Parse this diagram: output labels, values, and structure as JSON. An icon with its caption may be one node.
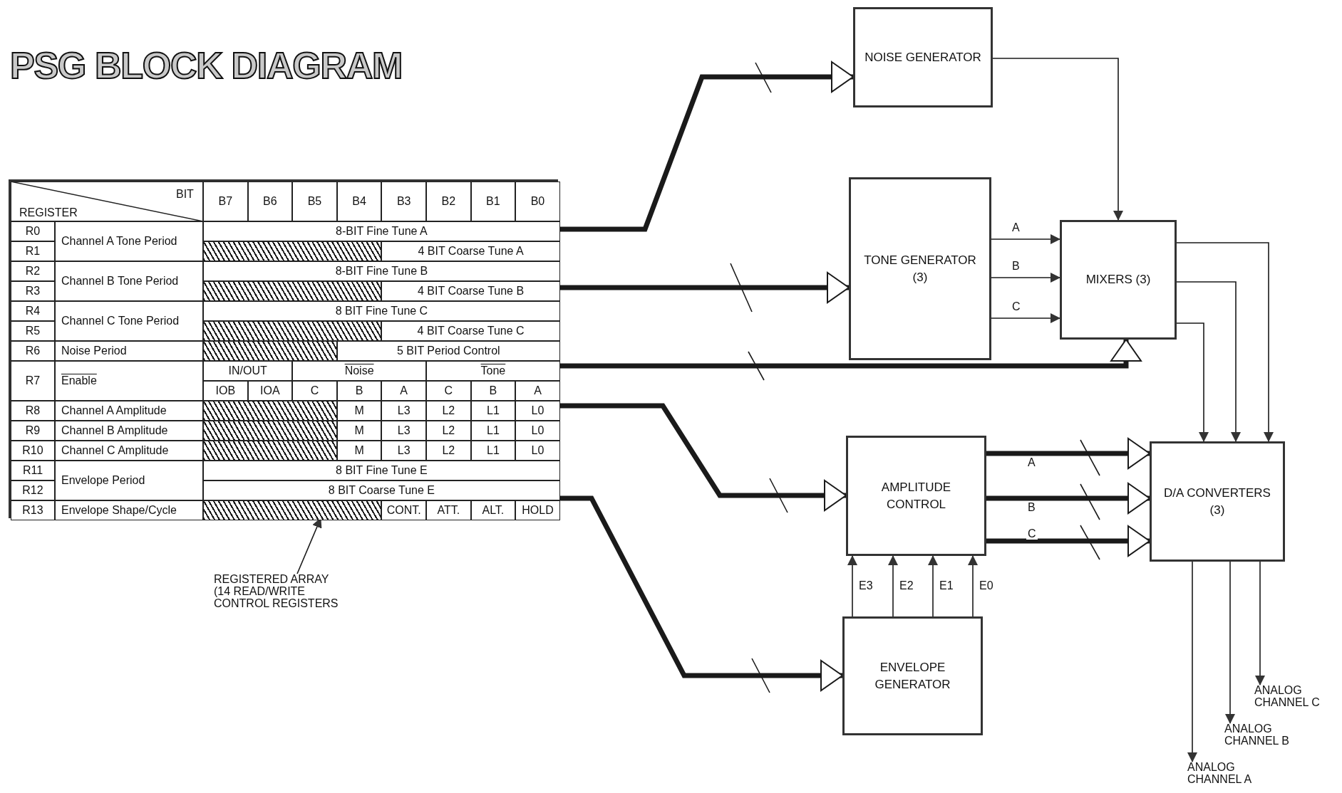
{
  "diagram": {
    "title": "PSG BLOCK DIAGRAM",
    "nodes": [
      {
        "text": [],
        "shape": "box"
      },
      {
        "text": [
          "NOISE GENERATOR"
        ]
      },
      {
        "text": [
          "TONE GENERATOR (3)"
        ]
      },
      {
        "text": [
          "MIXERS (3)"
        ]
      },
      {
        "text": [
          "AMPLITUDE CONTROL"
        ]
      },
      {
        "text": [
          "D/A CONVERTERS (3)"
        ]
      },
      {
        "text": [
          "ENVELOPE GENERATOR"
        ]
      },
      {
        "text": [
          "ANALOG CHANNEL A"
        ]
      },
      {
        "text": [
          "ANALOG CHANNEL B"
        ]
      },
      {
        "text": [
          "ANALOG CHANNEL C"
        ]
      },
      {
        "text": [
          "REGISTERED ARRAY (14 READ/WRITE CONTROL REGISTERS"
        ]
      }
    ],
    "edges": [
      {
        "from": 0,
        "to": 1,
        "arrow": "to",
        "style": "thick"
      },
      {
        "from": 0,
        "to": 2,
        "arrow": "to",
        "style": "thick"
      },
      {
        "from": 0,
        "to": 3,
        "arrow": "to",
        "style": "thick"
      },
      {
        "from": 0,
        "to": 4,
        "arrow": "to",
        "style": "thick"
      },
      {
        "from": 0,
        "to": 6,
        "arrow": "to",
        "style": "thick"
      },
      {
        "from": 1,
        "to": 3,
        "arrow": "to"
      },
      {
        "from": 2,
        "to": 3,
        "arrow": "to",
        "label": "A"
      },
      {
        "from": 2,
        "to": 3,
        "arrow": "to",
        "label": "B"
      },
      {
        "from": 2,
        "to": 3,
        "arrow": "to",
        "label": "C"
      },
      {
        "from": 3,
        "to": 5,
        "arrow": "to"
      },
      {
        "from": 3,
        "to": 5,
        "arrow": "to"
      },
      {
        "from": 3,
        "to": 5,
        "arrow": "to"
      },
      {
        "from": 4,
        "to": 5,
        "arrow": "to",
        "label": "A",
        "style": "thick"
      },
      {
        "from": 4,
        "to": 5,
        "arrow": "to",
        "label": "B",
        "style": "thick"
      },
      {
        "from": 4,
        "to": 5,
        "arrow": "to",
        "label": "C",
        "style": "thick"
      },
      {
        "from": 6,
        "to": 4,
        "arrow": "to",
        "label": "E3"
      },
      {
        "from": 6,
        "to": 4,
        "arrow": "to",
        "label": "E2"
      },
      {
        "from": 6,
        "to": 4,
        "arrow": "to",
        "label": "E1"
      },
      {
        "from": 6,
        "to": 4,
        "arrow": "to",
        "label": "E0"
      },
      {
        "from": 5,
        "to": 7,
        "arrow": "to"
      },
      {
        "from": 5,
        "to": 8,
        "arrow": "to"
      },
      {
        "from": 5,
        "to": 9,
        "arrow": "to"
      },
      {
        "from": 10,
        "to": 0,
        "arrow": "to"
      }
    ],
    "labels": [
      "REGISTER",
      "BIT",
      "B7",
      "B6",
      "B5",
      "B4",
      "B3",
      "B2",
      "B1",
      "B0",
      "R0",
      "Channel A Tone Period",
      "8-BIT Fine Tune A",
      "R1",
      "4 BIT Coarse Tune A",
      "R2",
      "Channel B Tone Period",
      "8-BIT Fine Tune B",
      "R3",
      "4 BIT Coarse Tune B",
      "R4",
      "Channel C Tone Period",
      "8 BIT Fine Tune C",
      "R5",
      "4 BIT Coarse Tune C",
      "R6",
      "Noise Period",
      "5 BIT Period Control",
      "R7",
      "Enable",
      "IN/OUT",
      "Noise",
      "Tone",
      "IOB",
      "IOA",
      "C",
      "B",
      "A",
      "C",
      "B",
      "A",
      "R8",
      "Channel A Amplitude",
      "M",
      "L3",
      "L2",
      "L1",
      "L0",
      "R9",
      "Channel B Amplitude",
      "M",
      "L3",
      "L2",
      "L1",
      "L0",
      "R10",
      "Channel C Amplitude",
      "M",
      "L3",
      "L2",
      "L1",
      "L0",
      "R11",
      "Envelope Period",
      "8 BIT Fine Tune E",
      "R12",
      "8 BIT Coarse Tune E",
      "R13",
      "Envelope Shape/Cycle",
      "CONT.",
      "ATT.",
      "ALT.",
      "HOLD"
    ]
  }
}
